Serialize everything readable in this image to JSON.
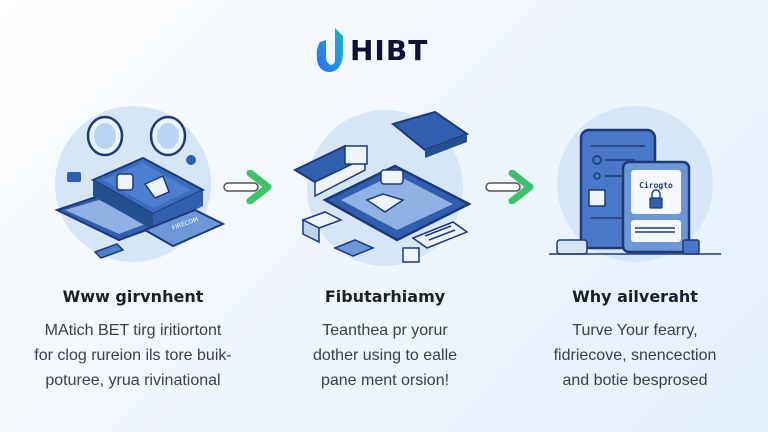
{
  "brand": {
    "name": "HIBT",
    "logo_icon": "hibt-drop-logo-icon",
    "colors": {
      "logo_gradient_start": "#2a7ff0",
      "logo_gradient_end": "#17b3d0",
      "text": "#0f1330"
    }
  },
  "steps": [
    {
      "title": "Www girvnhent",
      "description_lines": [
        "MAtich BET tirg iritiortont",
        "for clog rureion ils tore buik-",
        "poturee, yrua rivinational"
      ],
      "illustration": "hardware-wallet-device-illustration",
      "card_label": "FIRECOM"
    },
    {
      "title": "Fibutarhiamy",
      "description_lines": [
        "Teanthea pr yorur",
        "dother using to ealle",
        "pane ment orsion!"
      ],
      "illustration": "isometric-platform-illustration"
    },
    {
      "title": "Why ailveraht",
      "description_lines": [
        "Turve Your fearry,",
        "fidriecove, snencection",
        "and botie besprosed"
      ],
      "illustration": "crypto-lock-devices-illustration",
      "screen_label": "Cirogto"
    }
  ],
  "arrows": [
    {
      "icon": "arrow-right-icon",
      "color": "#3cc268"
    },
    {
      "icon": "arrow-right-icon",
      "color": "#3cc268"
    }
  ],
  "colors": {
    "illustration_primary": "#2f5fae",
    "illustration_light": "#a9c6ec",
    "circle_bg": "#d6e6f7",
    "outline": "#1d3a78"
  }
}
